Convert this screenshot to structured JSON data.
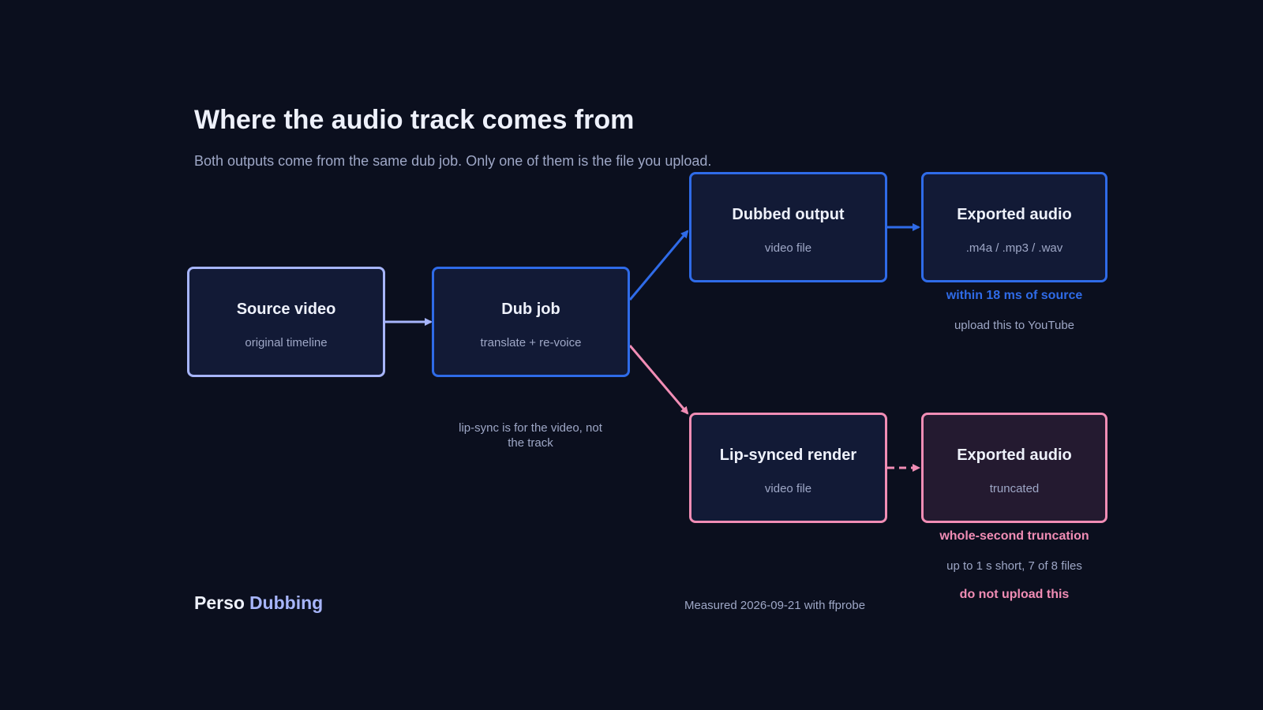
{
  "header": {
    "title": "Where the audio track comes from",
    "subtitle": "Both outputs come from the same dub job. Only one of them is the file you upload."
  },
  "nodes": {
    "source": {
      "title": "Source video",
      "sub": "original timeline"
    },
    "dub_job": {
      "title": "Dub job",
      "sub": "translate + re-voice"
    },
    "dubbed_output": {
      "title": "Dubbed output",
      "sub": "video file"
    },
    "exported_good": {
      "title": "Exported audio",
      "sub": ".m4a / .mp3 / .wav"
    },
    "lipsync_render": {
      "title": "Lip-synced render",
      "sub": "video file"
    },
    "exported_bad": {
      "title": "Exported audio",
      "sub": "truncated"
    }
  },
  "captions": {
    "good_metric": "within 18 ms of source",
    "good_action": "upload this to YouTube",
    "bad_metric": "whole-second truncation",
    "bad_detail": "up to 1 s short, 7 of 8 files",
    "bad_action": "do not upload this"
  },
  "note": "lip-sync is for the video, not the track",
  "footer": {
    "brand_primary": "Perso",
    "brand_secondary": "Dubbing",
    "measured": "Measured 2026-09-21 with ffprobe"
  },
  "colors": {
    "background": "#0b0f1e",
    "good_path": "#2f6be8",
    "bad_path": "#f18db5",
    "source_path": "#a7b5fb"
  }
}
